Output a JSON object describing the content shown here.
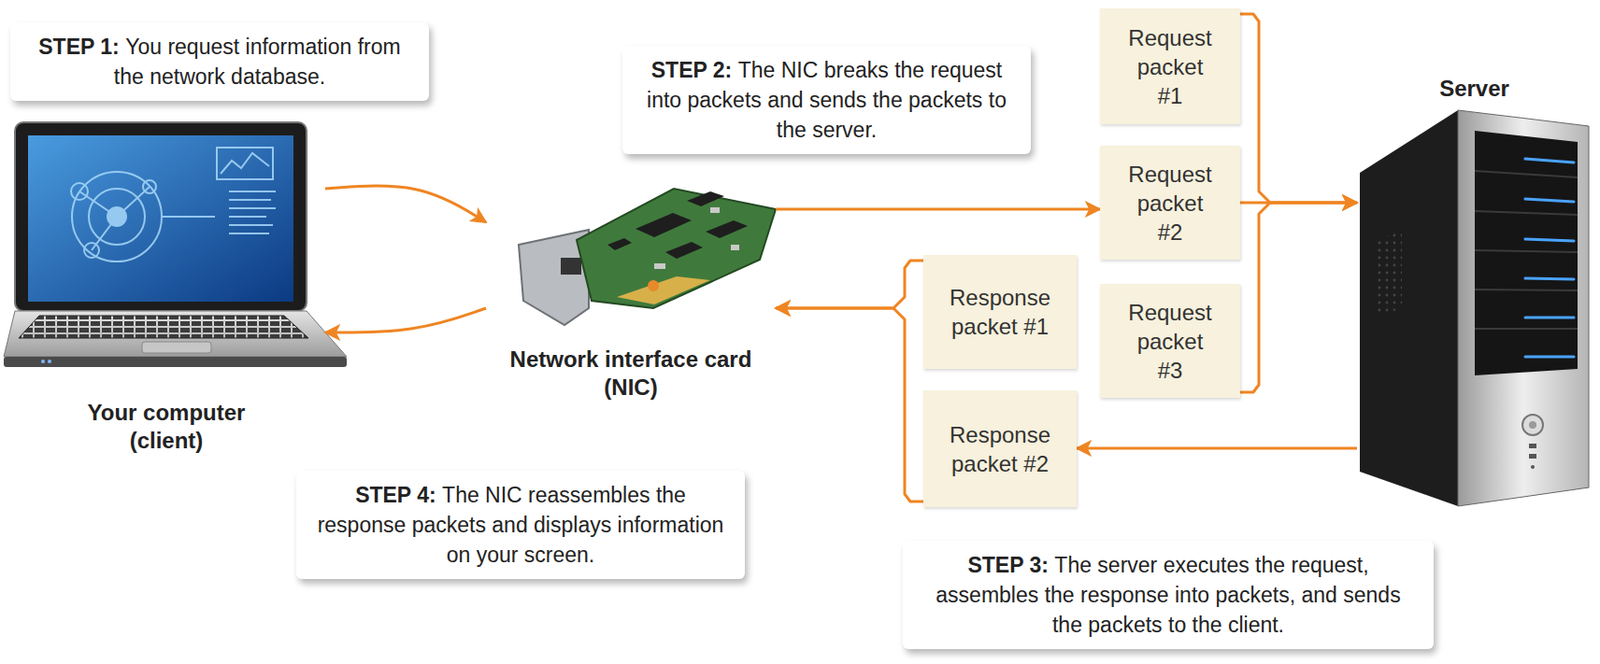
{
  "diagram": {
    "nodes": [
      {
        "text": [
          "STEP 1:",
          "You request information from the network database."
        ]
      },
      {
        "text": [
          "STEP 2:",
          "The NIC breaks the request into packets and sends the packets to the server."
        ]
      },
      {
        "text": [
          "Request packet #1"
        ]
      },
      {
        "text": [
          "Request packet #2"
        ]
      },
      {
        "text": [
          "Request packet #3"
        ]
      },
      {
        "text": [
          "Response packet #1"
        ]
      },
      {
        "text": [
          "Response packet #2"
        ]
      },
      {
        "text": [
          "Server"
        ]
      },
      {
        "text": [
          "Your computer (client)"
        ]
      },
      {
        "text": [
          "Network interface card (NIC)"
        ]
      },
      {
        "text": [
          "STEP 4:",
          "The NIC reassembles the response packets and displays information on your screen."
        ]
      },
      {
        "text": [
          "STEP 3:",
          "The server executes the request, assembles the response into packets, and sends the packets to the client."
        ]
      }
    ],
    "edges": [
      {
        "from": 8,
        "to": 9,
        "arrow": "to"
      },
      {
        "from": 9,
        "to": 8,
        "arrow": "to"
      },
      {
        "from": 9,
        "to": 3,
        "arrow": "to"
      },
      {
        "from": 2,
        "to": 7,
        "arrow": "to"
      },
      {
        "from": 3,
        "to": 7,
        "arrow": "to"
      },
      {
        "from": 4,
        "to": 7,
        "arrow": "to"
      },
      {
        "from": 7,
        "to": 6,
        "arrow": "to"
      },
      {
        "from": 5,
        "to": 9,
        "arrow": "to"
      },
      {
        "from": 6,
        "to": 9,
        "arrow": "to"
      }
    ]
  }
}
